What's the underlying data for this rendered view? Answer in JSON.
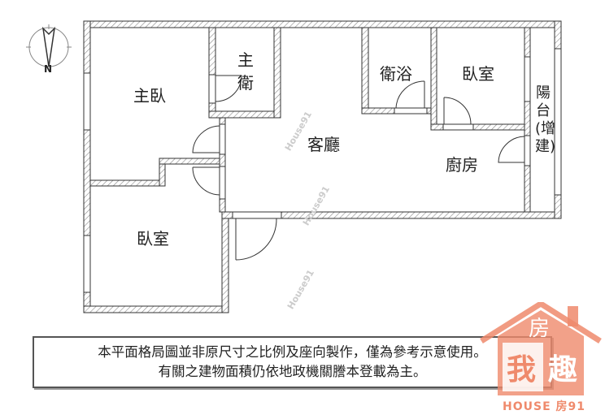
{
  "compass": {
    "label": "N"
  },
  "rooms": {
    "master_bedroom": "主臥",
    "master_bath": [
      "主",
      "衛"
    ],
    "living_room": "客廳",
    "bathroom": "衛浴",
    "bedroom_1": "臥室",
    "kitchen": "廚房",
    "balcony": [
      "陽",
      "台",
      "(增",
      "建)"
    ],
    "bedroom_2": "臥室"
  },
  "watermark": "House91",
  "note": {
    "line1": "本平面格局圖並非原尺寸之比例及座向製作，僅為參考示意使用。",
    "line2": "有關之建物面積仍依地政機關謄本登載為主。"
  },
  "logo": {
    "top": "房",
    "left": "我",
    "right": "趣",
    "bottom": "HOUSE 房91",
    "color": "#ef8a6c"
  }
}
